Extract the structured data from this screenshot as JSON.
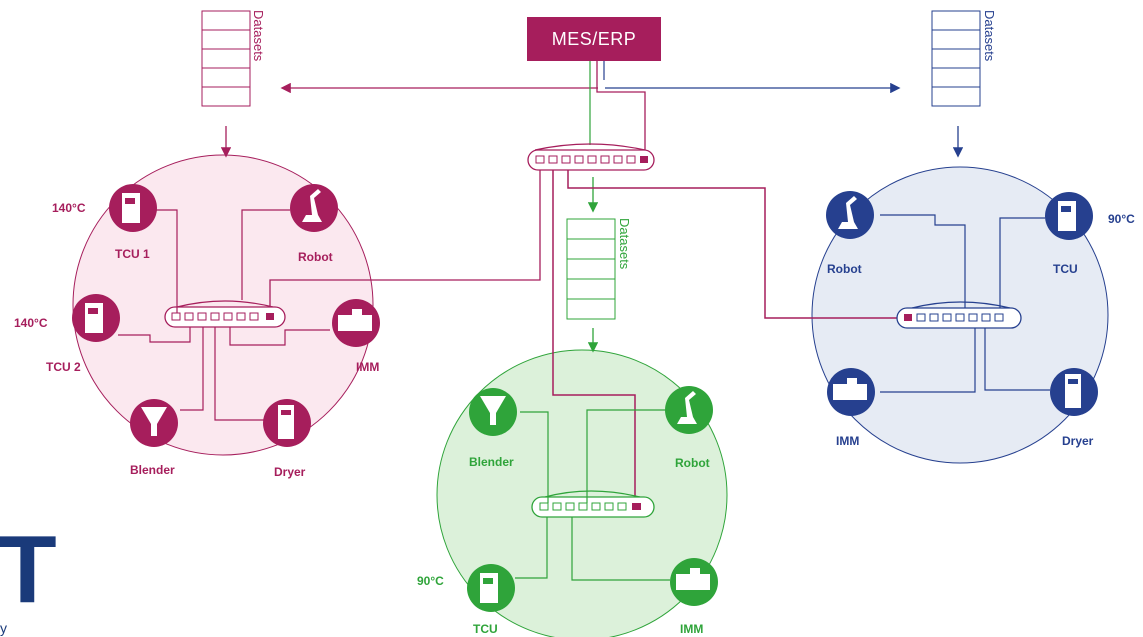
{
  "center": {
    "label": "MES/ERP"
  },
  "datasets_label": "Datasets",
  "colors": {
    "magenta": "#a61e5c",
    "green": "#2fa43a",
    "blue": "#26408f",
    "magenta_fill": "#fbe8ef",
    "green_fill": "#dcf1da",
    "blue_fill": "#e6ebf4"
  },
  "cells": {
    "left": {
      "devices": [
        {
          "label": "TCU 1",
          "temp": "140°C",
          "icon": "tcu-icon"
        },
        {
          "label": "Robot",
          "icon": "robot-icon"
        },
        {
          "label": "TCU 2",
          "temp": "140°C",
          "icon": "tcu-icon"
        },
        {
          "label": "IMM",
          "icon": "imm-icon"
        },
        {
          "label": "Blender",
          "icon": "blender-icon"
        },
        {
          "label": "Dryer",
          "icon": "dryer-icon"
        }
      ]
    },
    "middle": {
      "devices": [
        {
          "label": "Blender",
          "icon": "blender-icon"
        },
        {
          "label": "Robot",
          "icon": "robot-icon"
        },
        {
          "label": "TCU",
          "temp": "90°C",
          "icon": "tcu-icon"
        },
        {
          "label": "IMM",
          "icon": "imm-icon"
        }
      ]
    },
    "right": {
      "devices": [
        {
          "label": "Robot",
          "icon": "robot-icon"
        },
        {
          "label": "TCU",
          "temp": "90°C",
          "icon": "tcu-icon"
        },
        {
          "label": "IMM",
          "icon": "imm-icon"
        },
        {
          "label": "Dryer",
          "icon": "dryer-icon"
        }
      ]
    }
  },
  "logo": {
    "letter": "T",
    "sub": "y"
  }
}
